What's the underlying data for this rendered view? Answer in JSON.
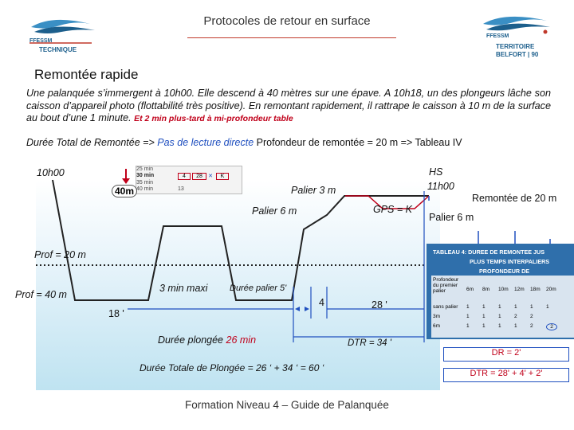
{
  "header": {
    "title": "Protocoles de retour en surface"
  },
  "logo_left": {
    "name": "FFESSM",
    "sub": "TECHNIQUE"
  },
  "logo_right": {
    "name": "FFESSM",
    "sub1": "TERRITOIRE",
    "sub2": "BELFORT | 90"
  },
  "section_title": "Remontée rapide",
  "paragraph": {
    "text": "Une palanquée s’immergent à 10h00. Elle descend à 40 mètres sur une épave. A 10h18, un des plongeurs lâche son caisson d’appareil photo (flottabilité très positive). En remontant rapidement, il rattrape le caisson à 10 m de la surface au bout d’une 1 minute.",
    "highlight": "Et 2 min plus-tard à mi-profondeur table"
  },
  "line2": {
    "part1": "Durée Total de Remontée =>",
    "part2": "Pas de lecture directe",
    "part3": "Profondeur de remontée = 20 m",
    "part4": "=> Tableau IV"
  },
  "diagram": {
    "t_start": "10h00",
    "hs": "HS",
    "hs_time": "11h00",
    "palier3": "Palier 3 m",
    "palier6": "Palier 6 m",
    "gps": "GPS = K",
    "remontee20": "Remontée de 20 m",
    "palier6_right": "Palier 6 m",
    "prof20": "Prof =  20 m",
    "prof40": "Prof = 40 m",
    "maxi3": "3 min maxi",
    "duree_palier": "Durée palier 5'",
    "t18": "18 '",
    "t4": "4",
    "t28": "28 '",
    "duree_plongee_label": "Durée plongée",
    "duree_plongee_value": "26 min",
    "dtr34": "DTR = 34 '",
    "duree_totale": "Durée Totale de Plongée = 26 ‘ + 34 ‘ = 60 ‘",
    "dr": "DR = 2'",
    "dtr_sum": "DTR = 28' + 4' + 2'",
    "badge40": "40m"
  },
  "table_snip": {
    "rows": [
      {
        "time": "25 min",
        "a": "",
        "b": "",
        "c": "",
        "d": ""
      },
      {
        "time": "30 min",
        "a": "4",
        "b": "28",
        "c": "K",
        "d": ""
      },
      {
        "time": "35 min",
        "a": "",
        "b": "",
        "c": "",
        "d": ""
      },
      {
        "time": "40 min",
        "a": "13",
        "b": "",
        "c": "",
        "d": ""
      }
    ]
  },
  "table4": {
    "title1": "TABLEAU 4: DUREE DE REMONTEE JUS",
    "title2": "PLUS TEMPS INTERPALIERS",
    "title3": "PROFONDEUR DE",
    "col_head": "Profondeur du premier palier",
    "cols": [
      "6m",
      "8m",
      "10m",
      "12m",
      "18m",
      "20m"
    ],
    "rows": [
      {
        "label": "sans palier",
        "vals": [
          "1",
          "1",
          "1",
          "1",
          "1",
          "1"
        ]
      },
      {
        "label": "3m",
        "vals": [
          "1",
          "1",
          "1",
          "2",
          "2",
          ""
        ]
      },
      {
        "label": "6m",
        "vals": [
          "1",
          "1",
          "1",
          "1",
          "2",
          "2"
        ]
      }
    ]
  },
  "footer": "Formation Niveau 4 – Guide de Palanquée",
  "colors": {
    "accent": "#1f4fbf",
    "red": "#c0001a",
    "water": "#bfe3f1"
  }
}
